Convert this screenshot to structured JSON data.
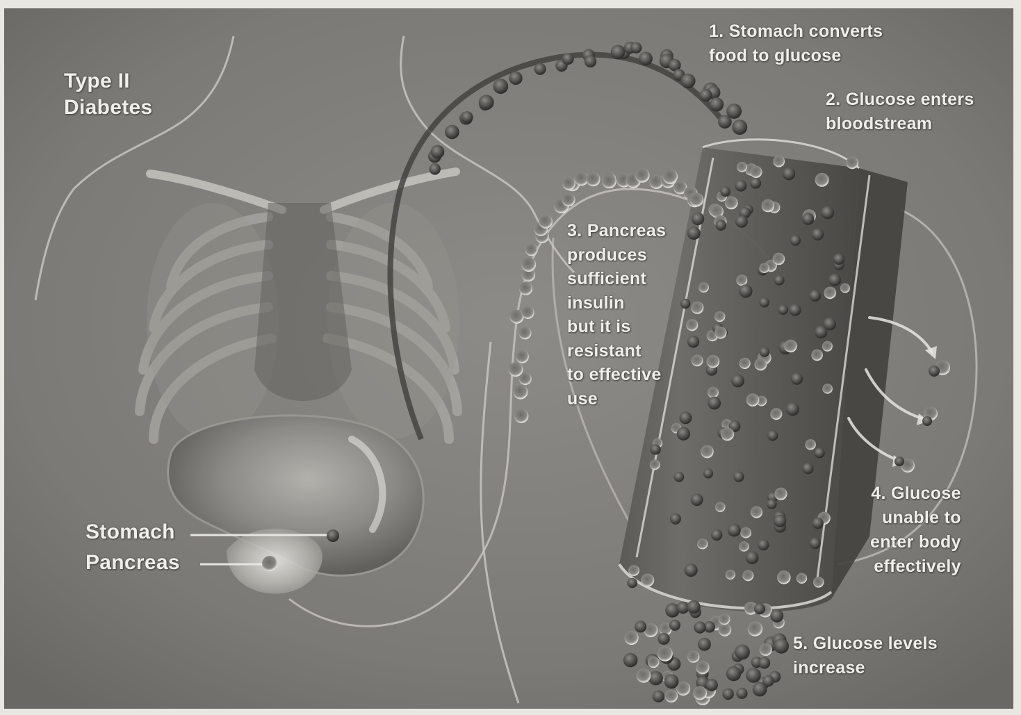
{
  "diagram": {
    "title_lines": [
      "Type II",
      "Diabetes"
    ],
    "steps": [
      {
        "lines": [
          "1. Stomach converts",
          "food to glucose"
        ]
      },
      {
        "lines": [
          "2. Glucose enters",
          "bloodstream"
        ]
      },
      {
        "lines": [
          "3. Pancreas",
          "produces",
          "sufficient",
          "insulin",
          "but it is",
          "resistant",
          "to effective",
          "use"
        ]
      },
      {
        "lines": [
          "4. Glucose",
          "unable to",
          "enter body",
          "effectively"
        ]
      },
      {
        "lines": [
          "5. Glucose levels",
          "increase"
        ]
      }
    ],
    "organs": {
      "stomach": "Stomach",
      "pancreas": "Pancreas"
    }
  }
}
